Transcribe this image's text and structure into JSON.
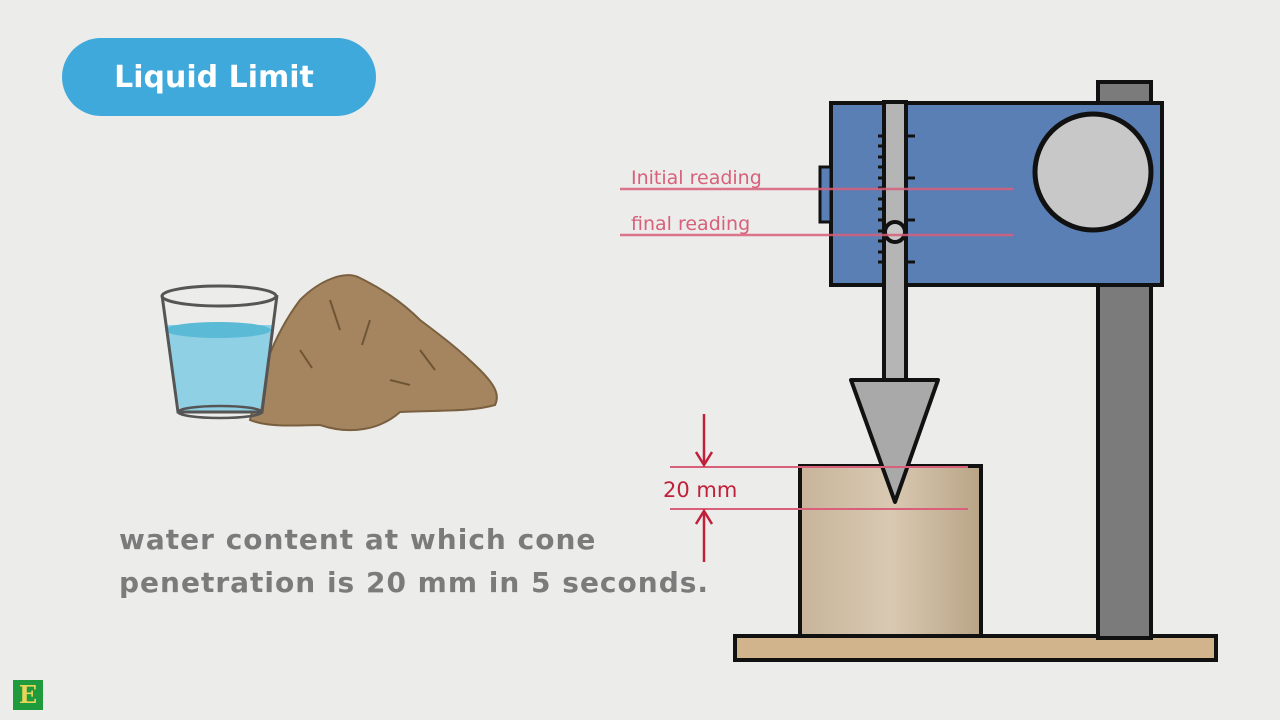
{
  "title": "Liquid Limit",
  "definition": {
    "line1": "water content at which cone",
    "line2": "penetration is 20 mm in 5 seconds."
  },
  "apparatus": {
    "initial_label": "Initial reading",
    "final_label": "final reading",
    "penetration_label": "20 mm"
  },
  "logo": {
    "text": "E"
  },
  "colors": {
    "pill": "#3fa9dc",
    "dial_box": "#5a7fb4",
    "annotation": "#d8607a",
    "arrow": "#c0203a",
    "soil": "#a4855f"
  }
}
